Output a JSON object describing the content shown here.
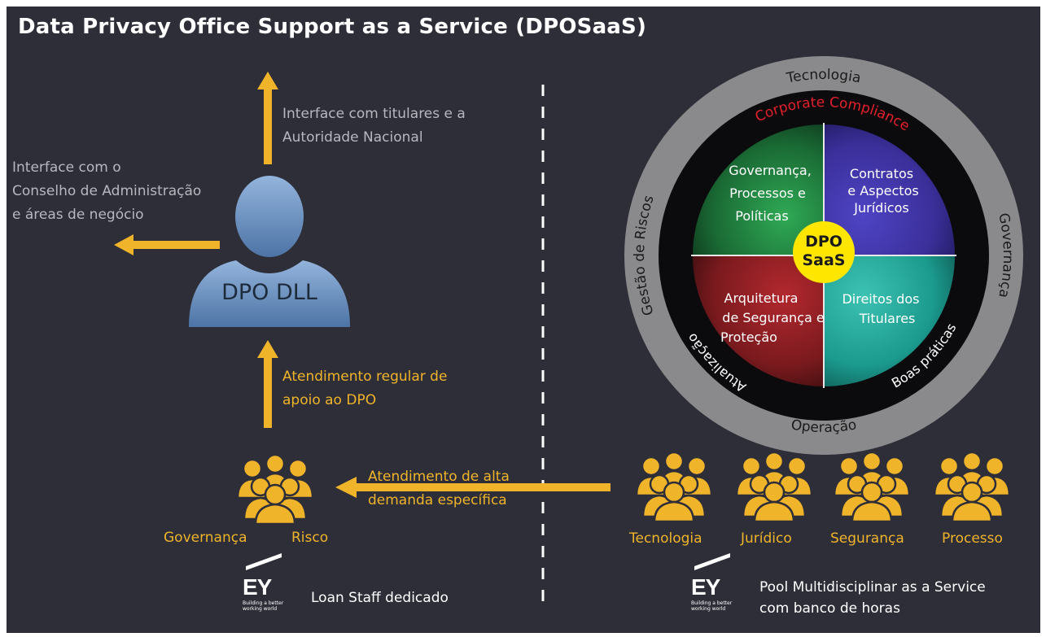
{
  "title": "Data Privacy Office Support as a Service (DPOSaaS)",
  "left": {
    "top_text": [
      "Interface com titulares e a",
      "Autoridade Nacional"
    ],
    "side_text": [
      "Interface com o",
      "Conselho de Administração",
      "e áreas de negócio"
    ],
    "dpo_label": "DPO DLL",
    "regular_text": [
      "Atendimento regular de",
      "apoio ao DPO"
    ],
    "team_labels": [
      "Governança",
      "Risco"
    ],
    "ey_caption": "Loan Staff dedicado"
  },
  "middle": {
    "demand_text": [
      "Atendimento de alta",
      "demanda específica"
    ]
  },
  "right": {
    "ring_labels": {
      "top": "Tecnologia",
      "left": "Gestão de Riscos",
      "right": "Governança",
      "bottom": "Operação"
    },
    "inner_ring_labels": {
      "top": "Corporate Compliance",
      "left": "Atualização",
      "right": "Boas práticas"
    },
    "quadrants": {
      "top_left": [
        "Governança,",
        "Processos e",
        "Políticas"
      ],
      "top_right": [
        "Contratos",
        "e Aspectos",
        "Jurídicos"
      ],
      "bottom_left": [
        "Arquitetura",
        "de Segurança e",
        "Proteção"
      ],
      "bottom_right": [
        "Direitos dos",
        "Titulares"
      ]
    },
    "center": [
      "DPO",
      "SaaS"
    ],
    "team_labels": [
      "Tecnologia",
      "Jurídico",
      "Segurança",
      "Processo"
    ],
    "ey_caption": [
      "Pool Multidisciplinar as a Service",
      "com banco de horas"
    ]
  },
  "logo": {
    "mark": "EY",
    "tagline": [
      "Building a better",
      "working world"
    ]
  },
  "colors": {
    "background": "#2e2e38",
    "accent": "#f0b42a",
    "muted_text": "#b7b7bf",
    "ring_grey": "#8a8a8c",
    "compliance_red": "#e5202a",
    "governance_green": "#1f7a3c",
    "legal_purple": "#3b2f9a",
    "security_red": "#8a1e22",
    "rights_teal": "#1b9a8e",
    "center_yellow": "#ffe600"
  },
  "icons": [
    "arrow-up-icon",
    "arrow-left-icon",
    "person-icon",
    "people-group-icon",
    "ey-logo"
  ]
}
